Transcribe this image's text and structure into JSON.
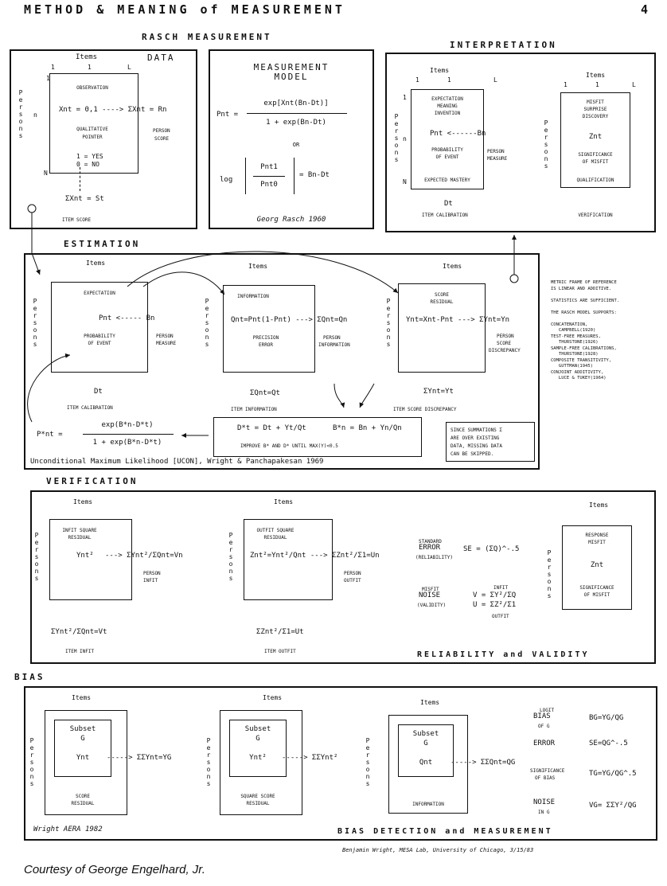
{
  "title": "METHOD & MEANING of MEASUREMENT",
  "page_number": "4",
  "rasch_heading": "RASCH MEASUREMENT",
  "data_panel": {
    "items": "Items",
    "i1": "1",
    "i2": "1",
    "iL": "L",
    "data": "DATA",
    "persons": "Persons",
    "p1": "1",
    "pn": "n",
    "pN": "N",
    "observation": "OBSERVATION",
    "xnt": "Xnt = 0,1 ----> ΣXnt = Rn",
    "qualitative": "QUALITATIVE",
    "pointer": "POINTER",
    "person_score": "PERSON",
    "person_score2": "SCORE",
    "yes": "1 = YES",
    "no": "0 = NO",
    "sum": "ΣXnt = St",
    "item_score": "ITEM SCORE"
  },
  "model_panel": {
    "heading1": "MEASUREMENT",
    "heading2": "MODEL",
    "pnt": "Pnt =",
    "num": "exp[Xnt(Bn-Dt)]",
    "den": "1 + exp(Bn-Dt)",
    "or": "OR",
    "log": "log",
    "p1": "Pnt1",
    "p0": "Pnt0",
    "rhs": "= Bn-Dt",
    "credit": "Georg Rasch 1960"
  },
  "interpretation": {
    "heading": "INTERPRETATION",
    "items": "Items",
    "i1": "1",
    "i2": "1",
    "iL": "L",
    "persons": "Persons",
    "p1": "1",
    "pn": "n",
    "pN": "N",
    "expectation": "EXPECTATION",
    "meaning": "MEANING",
    "invention": "INVENTION",
    "pnt": "Pnt <------Bn",
    "probability": "PROBABILITY",
    "of_event": "OF EVENT",
    "person_measure": "PERSON",
    "person_measure2": "MEASURE",
    "expected_mastery": "EXPECTED MASTERY",
    "dt": "Dt",
    "item_calibration": "ITEM CALIBRATION",
    "items2": "Items",
    "j1": "1",
    "j2": "1",
    "jL": "L",
    "misfit": "MISFIT",
    "surprise": "SURPRISE",
    "discovery": "DISCOVERY",
    "znt": "Znt",
    "significance": "SIGNIFICANCE",
    "of_misfit": "OF MISFIT",
    "qualification": "QUALIFICATION",
    "verification": "VERIFICATION"
  },
  "estimation": {
    "heading": "ESTIMATION",
    "a_items": "Items",
    "a_expectation": "EXPECTATION",
    "a_pnt": "Pnt <----- Bn",
    "a_prob": "PROBABILITY",
    "a_event": "OF EVENT",
    "a_person": "PERSON",
    "a_measure": "MEASURE",
    "a_dt": "Dt",
    "a_itemcal": "ITEM CALIBRATION",
    "b_items": "Items",
    "b_information": "INFORMATION",
    "b_eq": "Qnt=Pnt(1-Pnt) ---> ΣQnt=Qn",
    "b_precision": "PRECISION",
    "b_error": "ERROR",
    "b_person": "PERSON",
    "b_personinfo": "INFORMATION",
    "b_sum": "ΣQnt=Qt",
    "b_iteminfo": "ITEM INFORMATION",
    "c_items": "Items",
    "c_score": "SCORE",
    "c_residual": "RESIDUAL",
    "c_eq": "Ynt=Xnt-Pnt ---> ΣYnt=Yn",
    "c_person": "PERSON",
    "c_score2": "SCORE",
    "c_discrepancy": "DISCREPANCY",
    "c_sum": "ΣYnt=Yt",
    "c_itemscore": "ITEM SCORE DISCREPANCY",
    "pstar": "P*nt =",
    "pstar_num": "exp(B*n-D*t)",
    "pstar_den": "1 + exp(B*n-D*t)",
    "update1": "D*t = Dt + Yt/Qt",
    "update2": "B*n = Bn + Yn/Qn",
    "improve": "IMPROVE B* AND D* UNTIL MAX(Y)<0.5",
    "since1": "SINCE SUMMATIONS Σ",
    "since2": "ARE OVER EXISTING",
    "since3": "DATA, MISSING DATA",
    "since4": "CAN BE SKIPPED.",
    "ucon": "Unconditional Maximum Likelihood [UCON], Wright & Panchapakesan 1969",
    "notes": [
      "METRIC FRAME OF REFERENCE",
      "IS LINEAR AND ADDITIVE.",
      "",
      "STATISTICS ARE SUFFICIENT.",
      "",
      "THE RASCH MODEL SUPPORTS:",
      "",
      "CONCATENATION,",
      "   CAMPBELL(1920)",
      "TEST-FREE MEASURES,",
      "   THURSTONE(1926)",
      "SAMPLE-FREE CALIBRATIONS,",
      "   THURSTONE(1928)",
      "COMPOSITE TRANSITIVITY,",
      "   GUTTMAN(1945)",
      "CONJOINT ADDITIVITY,",
      "   LUCE & TUKEY(1964)"
    ]
  },
  "verification": {
    "heading": "VERIFICATION",
    "a_items": "Items",
    "a_infit": "INFIT SQUARE",
    "a_residual": "RESIDUAL",
    "a_y": "Ynt²",
    "a_eq": "---> ΣYnt²/ΣQnt=Vn",
    "a_person": "PERSON",
    "a_personinfit": "INFIT",
    "a_sum": "ΣYnt²/ΣQnt=Vt",
    "a_iteminfit": "ITEM INFIT",
    "b_items": "Items",
    "b_outfit": "OUTFIT SQUARE",
    "b_residual": "RESIDUAL",
    "b_eq": "Znt²=Ynt²/Qnt ---> ΣZnt²/Σ1=Un",
    "b_person": "PERSON",
    "b_personoutfit": "OUTFIT",
    "b_sum": "ΣZnt²/Σ1=Ut",
    "b_itemoutfit": "ITEM OUTFIT",
    "std": "STANDARD",
    "error": "ERROR",
    "reliability": "(RELIABILITY)",
    "se": "SE = (ΣQ)^-.5",
    "misfit": "MISFIT",
    "noise": "NOISE",
    "validity": "(VALIDITY)",
    "infit": "INFIT",
    "v": "V = ΣY²/ΣQ",
    "u": "U = ΣZ²/Σ1",
    "outfit": "OUTFIT",
    "c_items": "Items",
    "c_response": "RESPONSE",
    "c_misfit": "MISFIT",
    "c_z": "Znt",
    "c_sig": "SIGNIFICANCE",
    "c_of": "OF MISFIT",
    "footer": "RELIABILITY and VALIDITY"
  },
  "bias": {
    "heading": "BIAS",
    "items": "Items",
    "subset": "Subset",
    "g": "G",
    "a_y": "Ynt",
    "a_eq": "-----> ΣΣYnt=YG",
    "a_label1": "SCORE",
    "a_label2": "RESIDUAL",
    "b_y": "Ynt²",
    "b_eq": "-----> ΣΣYnt²",
    "b_label1": "SQUARE SCORE",
    "b_label2": "RESIDUAL",
    "c_q": "Qnt",
    "c_eq": "-----> ΣΣQnt=QG",
    "c_label": "INFORMATION",
    "logit": "LOGIT",
    "bias": "BIAS",
    "of_g": "OF G",
    "bg": "BG=YG/QG",
    "error": "ERROR",
    "se": "SE=QG^-.5",
    "significance": "SIGNIFICANCE",
    "of_bias": "OF BIAS",
    "tg": "TG=YG/QG^.5",
    "noise": "NOISE",
    "in_g": "IN G",
    "vg": "VG= ΣΣY²/QG",
    "credit": "Wright AERA 1982",
    "footer": "BIAS DETECTION and MEASUREMENT"
  },
  "signature": "Benjamin Wright, MESA Lab, University of Chicago, 3/15/83",
  "courtesy": "Courtesy of George Engelhard, Jr."
}
